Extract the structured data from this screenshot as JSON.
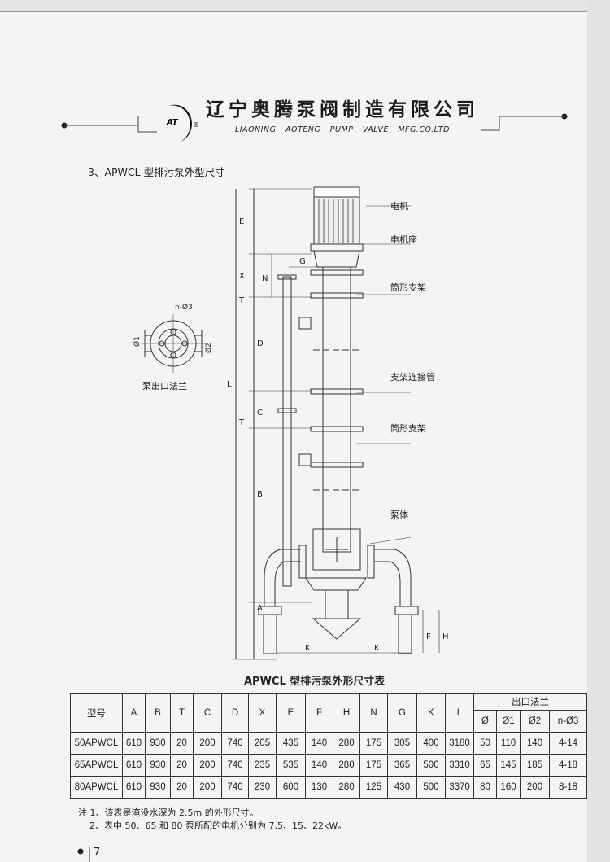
{
  "header": {
    "logo_text": "AT",
    "company_cn": "辽宁奥腾泵阀制造有限公司",
    "company_en": "LIAONING AOTENG PUMP VALVE MFG.CO.LTD"
  },
  "section_title": "3、APWCL 型排污泵外型尺寸",
  "drawing": {
    "labels": [
      "电机",
      "电机座",
      "筒形支架",
      "支架连接管",
      "筒形支架",
      "泵体"
    ],
    "flange_label": "泵出口法兰",
    "flange_dims": [
      "n-Ø3",
      "Ø1",
      "Ø2"
    ],
    "dims": {
      "E": "E",
      "X": "X",
      "T1": "T",
      "D": "D",
      "C": "C",
      "T2": "T",
      "L": "L",
      "B": "B",
      "A": "A",
      "G": "G",
      "K1": "K",
      "K2": "K",
      "F": "F",
      "H": "H",
      "N": "N"
    }
  },
  "table": {
    "title": "APWCL 型排污泵外形尺寸表",
    "group_header": "出口法兰",
    "headers": [
      "型号",
      "A",
      "B",
      "T",
      "C",
      "D",
      "X",
      "E",
      "F",
      "H",
      "N",
      "G",
      "K",
      "L"
    ],
    "sub_headers": [
      "Ø",
      "Ø1",
      "Ø2",
      "n-Ø3"
    ],
    "rows": [
      [
        "50APWCL",
        "610",
        "930",
        "20",
        "200",
        "740",
        "205",
        "435",
        "140",
        "280",
        "175",
        "305",
        "400",
        "3180",
        "50",
        "110",
        "140",
        "4-14"
      ],
      [
        "65APWCL",
        "610",
        "930",
        "20",
        "200",
        "740",
        "235",
        "535",
        "140",
        "280",
        "175",
        "365",
        "500",
        "3310",
        "65",
        "145",
        "185",
        "4-18"
      ],
      [
        "80APWCL",
        "610",
        "930",
        "20",
        "200",
        "740",
        "230",
        "600",
        "130",
        "280",
        "125",
        "430",
        "500",
        "3370",
        "80",
        "160",
        "200",
        "8-18"
      ]
    ]
  },
  "notes": [
    "注 1、该表是淹没水深为 2.5m 的外形尺寸。",
    "2、表中 50、65 和 80 泵所配的电机分别为 7.5、15、22kW。"
  ],
  "page_number": "7"
}
